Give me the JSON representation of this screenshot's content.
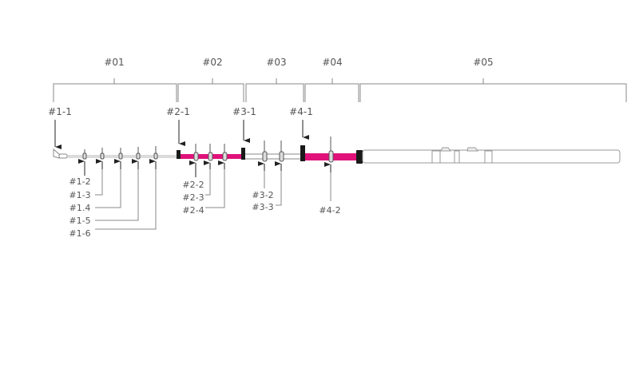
{
  "sections": [
    {
      "label": "#01"
    },
    {
      "label": "#02"
    },
    {
      "label": "#03"
    },
    {
      "label": "#04"
    },
    {
      "label": "#05"
    }
  ],
  "top_callouts": [
    "#1-1",
    "#2-1",
    "#3-1",
    "#4-1"
  ],
  "bottom_callouts": [
    "#1-2",
    "#1-3",
    "#1.4",
    "#1-5",
    "#1-6",
    "#2-2",
    "#2-3",
    "#2-4",
    "#3-2",
    "#3-3",
    "#4-2"
  ],
  "colors": {
    "accent": "#e0127a",
    "ferrule": "#1a1a1a",
    "outline": "#888888"
  }
}
